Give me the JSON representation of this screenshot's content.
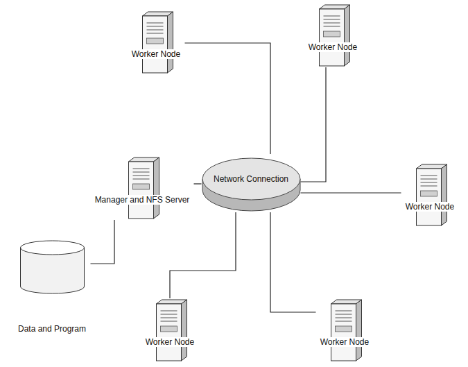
{
  "diagram": {
    "nodes": [
      {
        "text": [
          "Worker Node"
        ]
      },
      {
        "text": [
          "Worker Node"
        ]
      },
      {
        "text": [
          "Manager and NFS Server"
        ]
      },
      {
        "text": [
          "Network Connection"
        ]
      },
      {
        "text": [
          "Worker Node"
        ]
      },
      {
        "text": [
          "Data and Program"
        ]
      },
      {
        "text": [
          "Worker Node"
        ]
      },
      {
        "text": [
          "Worker Node"
        ]
      }
    ],
    "edges": [
      {
        "from": 0,
        "to": 3,
        "arrow": "none"
      },
      {
        "from": 1,
        "to": 3,
        "arrow": "none"
      },
      {
        "from": 2,
        "to": 3,
        "arrow": "none"
      },
      {
        "from": 4,
        "to": 3,
        "arrow": "none"
      },
      {
        "from": 5,
        "to": 2,
        "arrow": "none"
      },
      {
        "from": 6,
        "to": 3,
        "arrow": "none"
      },
      {
        "from": 7,
        "to": 3,
        "arrow": "none"
      }
    ]
  }
}
